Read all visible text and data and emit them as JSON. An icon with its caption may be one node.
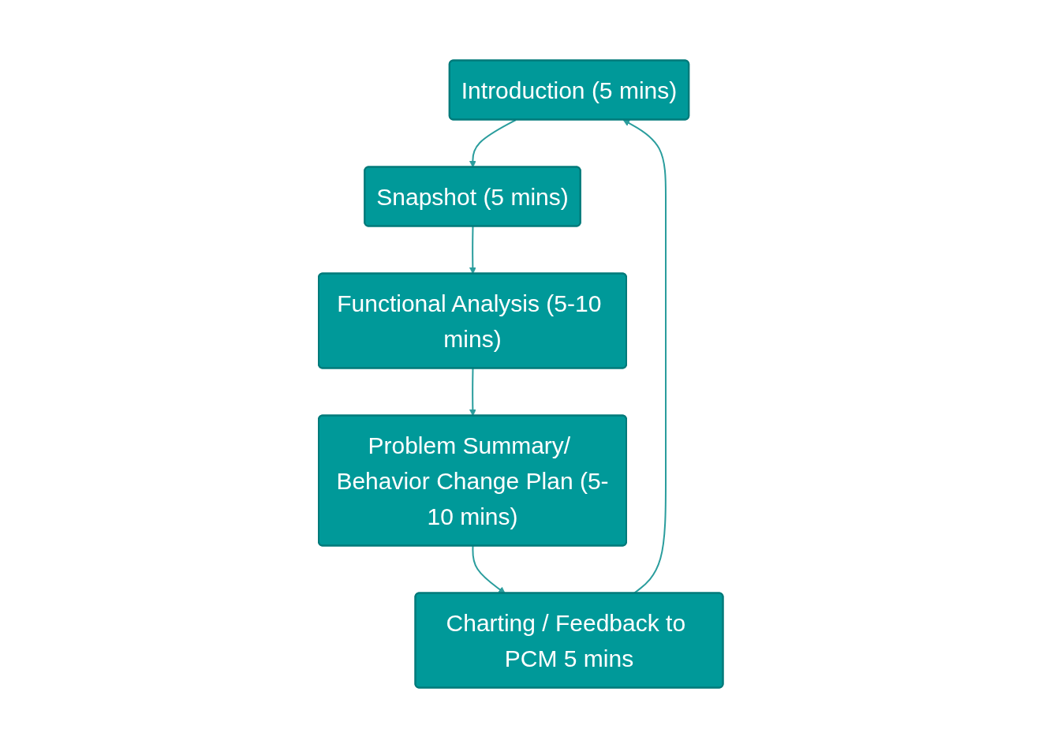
{
  "diagram": {
    "nodes": [
      {
        "text": [
          "Introduction (5 mins)"
        ]
      },
      {
        "text": [
          "Snapshot (5 mins)"
        ]
      },
      {
        "text": [
          "Functional Analysis (5-10 mins)"
        ]
      },
      {
        "text": [
          "Problem Summary/ Behavior Change Plan (5-10 mins)"
        ]
      },
      {
        "text": [
          "Charting / Feedback to PCM 5 mins"
        ]
      }
    ],
    "edges": [
      {
        "from": 0,
        "to": 1,
        "arrow": "to"
      },
      {
        "from": 1,
        "to": 2,
        "arrow": "to"
      },
      {
        "from": 2,
        "to": 3,
        "arrow": "to"
      },
      {
        "from": 3,
        "to": 4,
        "arrow": "to"
      },
      {
        "from": 4,
        "to": 0,
        "arrow": "to"
      }
    ]
  }
}
